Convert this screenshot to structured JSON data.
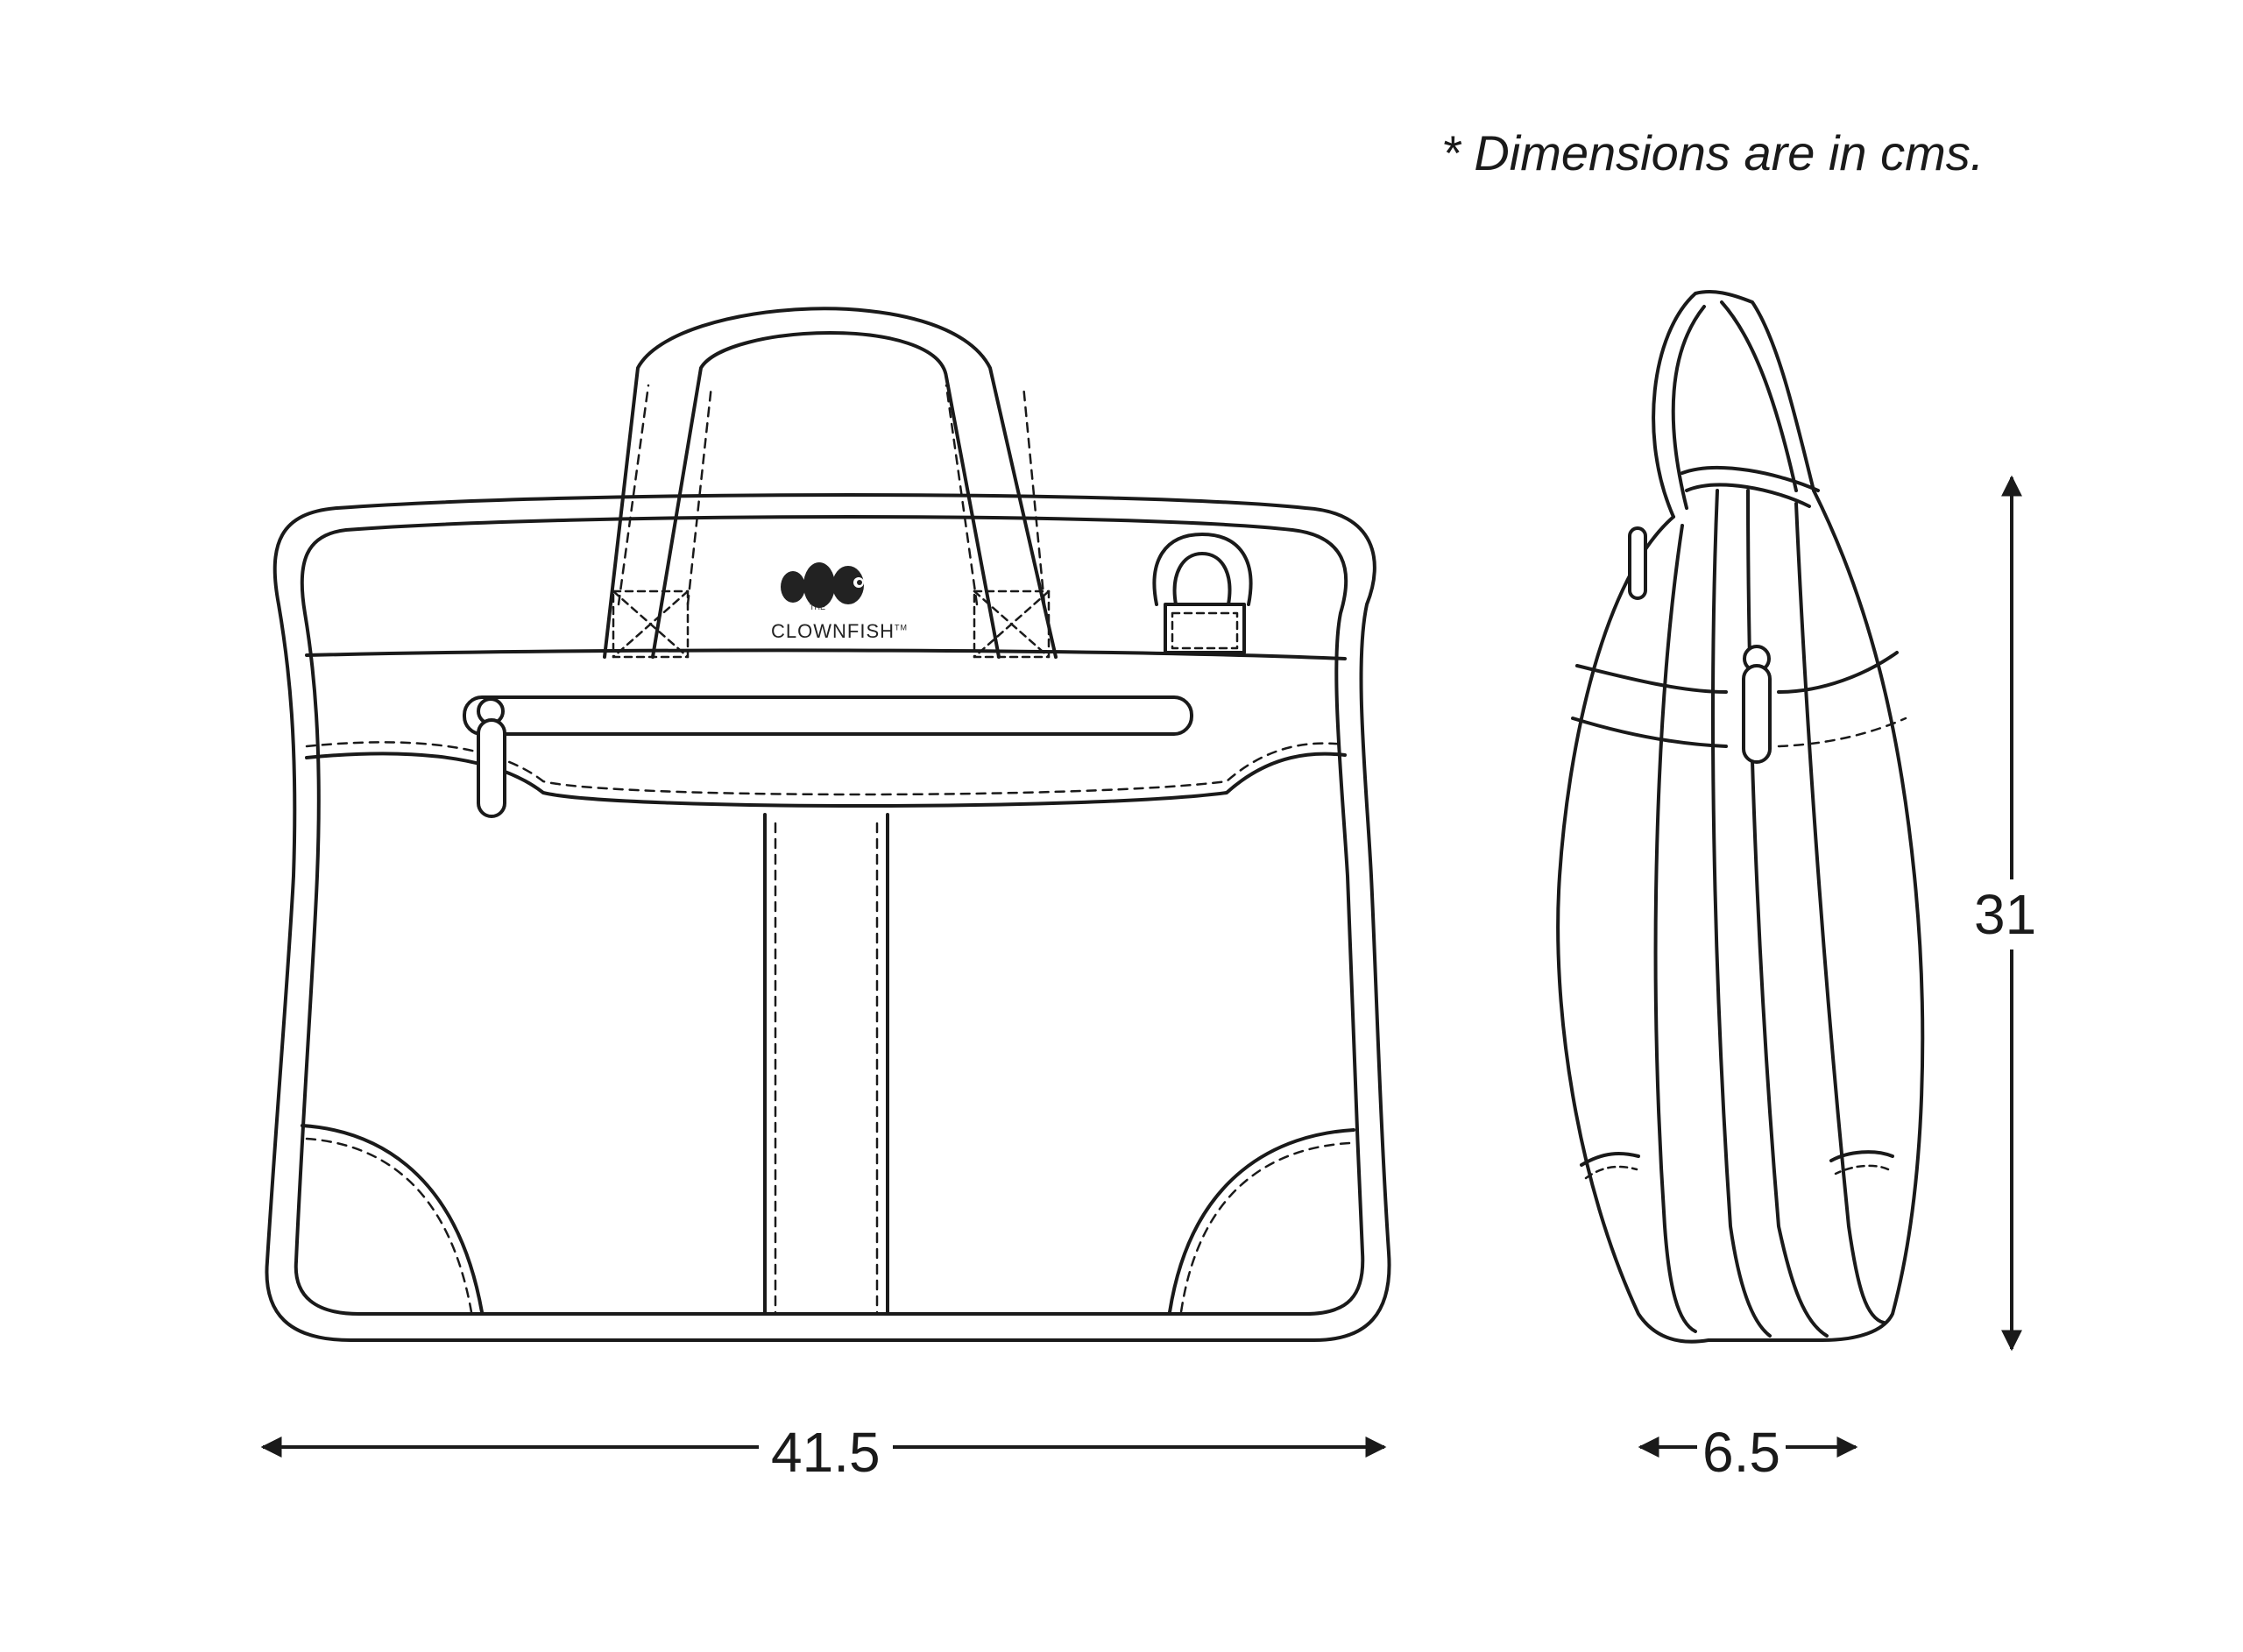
{
  "note": "* Dimensions are in cms.",
  "dimensions": {
    "width": "41.5",
    "depth": "6.5",
    "height": "31"
  },
  "brand": {
    "small": "THE",
    "name": "CLOWNFISH",
    "mark": "TM",
    "logo_icon": "clownfish-logo-icon"
  },
  "colors": {
    "line": "#1a1a1a",
    "background": "#ffffff"
  }
}
